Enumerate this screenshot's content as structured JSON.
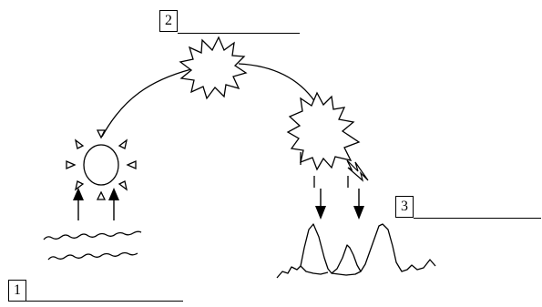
{
  "labels": {
    "box1": "1",
    "box2": "2",
    "box3": "3"
  },
  "icons": {
    "sun": "sun-icon",
    "cloud_top": "cloud-icon",
    "cloud_right": "cloud-icon",
    "lightning": "lightning-icon",
    "water": "water-waves-icon",
    "mountains": "mountains-icon"
  },
  "colors": {
    "stroke": "#000000",
    "background": "#ffffff"
  }
}
